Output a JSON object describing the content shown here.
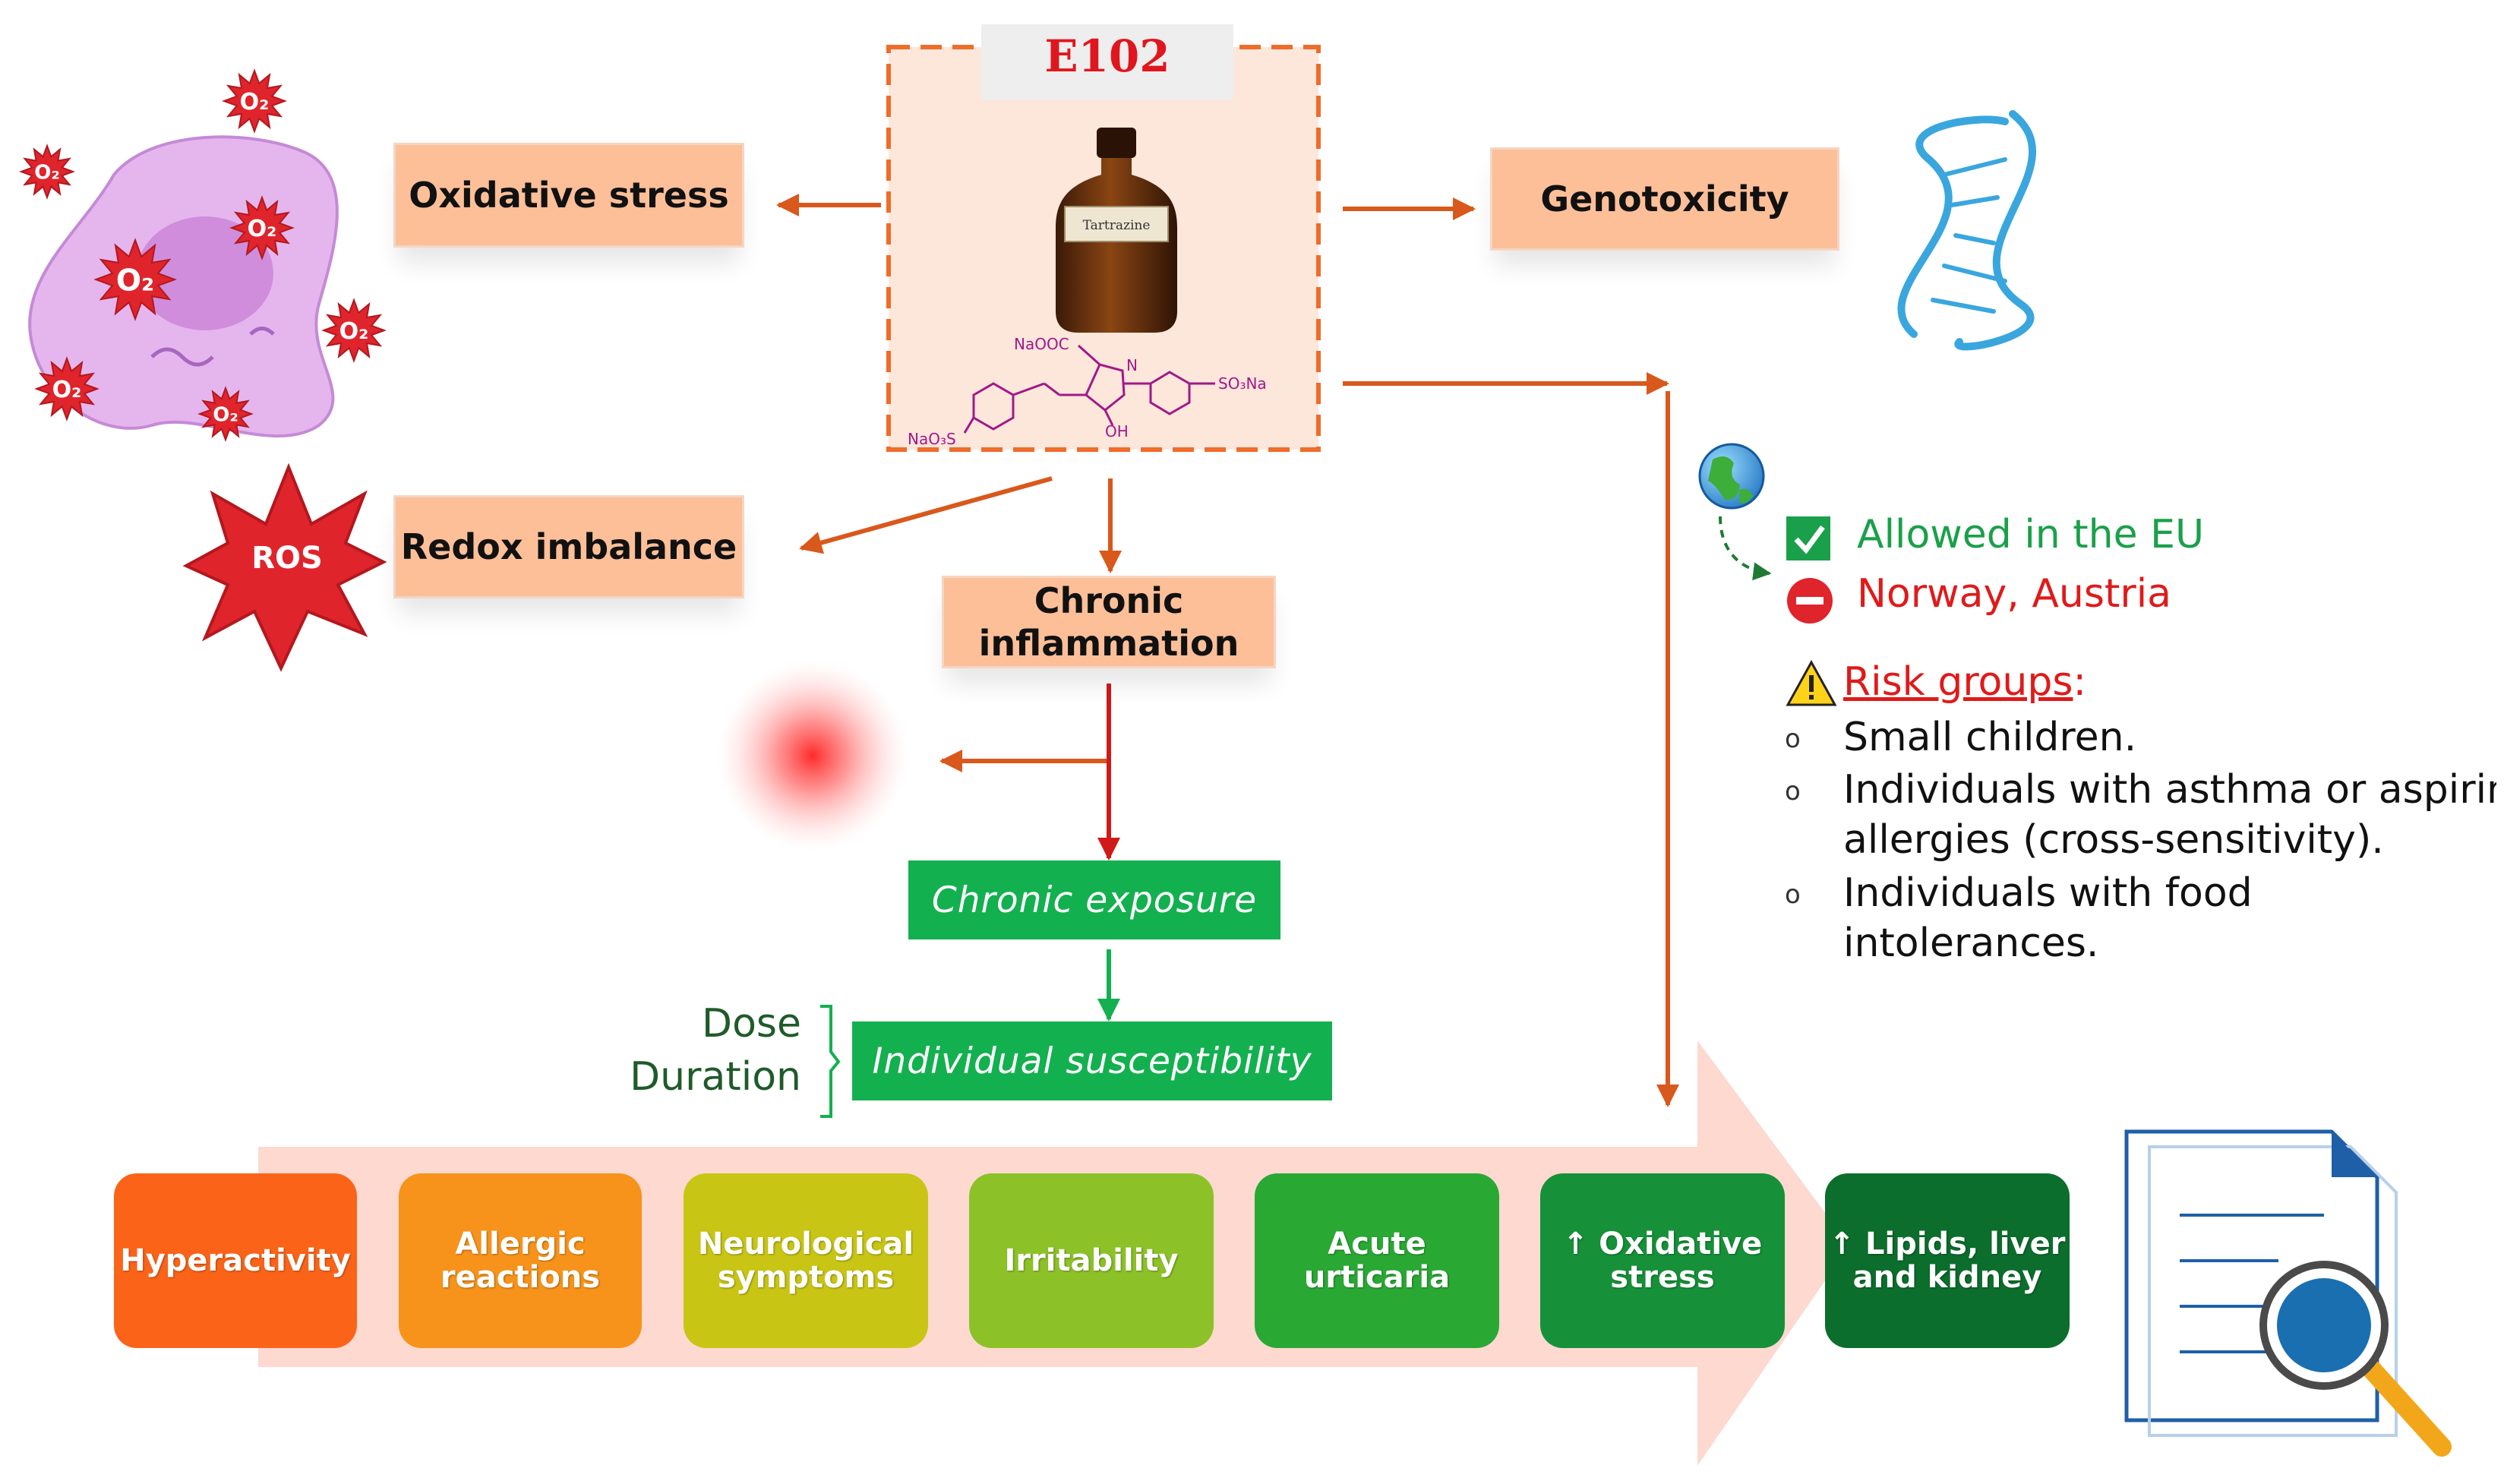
{
  "center": {
    "title": "E102",
    "bottle_label": "Tartrazine"
  },
  "chem": {
    "naooc": "NaOOC",
    "so3na": "SO₃Na",
    "nao3s": "NaO₃S",
    "oh": "OH",
    "n": "N"
  },
  "effects": {
    "oxidative_stress": "Oxidative stress",
    "genotoxicity": "Genotoxicity",
    "redox_imbalance": "Redox imbalance",
    "chronic_inflammation_l1": "Chronic",
    "chronic_inflammation_l2": "inflammation",
    "chronic_exposure": "Chronic exposure",
    "individual_susceptibility": "Individual susceptibility",
    "dose": "Dose",
    "duration": "Duration"
  },
  "icons": {
    "ros_label": "ROS",
    "o2_label": "O₂",
    "cell": "cell-icon",
    "dna": "dna-icon",
    "globe": "globe-icon",
    "document": "document-search-icon"
  },
  "regulation": {
    "allowed": "Allowed in the EU",
    "banned": "Norway, Austria",
    "risk_title": "Risk groups",
    "risk_colon": ":",
    "bullet": "o",
    "groups": [
      {
        "l1": "Small children."
      },
      {
        "l1": "Individuals with asthma or aspirin",
        "l2": "allergies (cross-sensitivity)."
      },
      {
        "l1": "Individuals with food",
        "l2": "intolerances."
      }
    ]
  },
  "outcomes": [
    {
      "l1": "Hyperactivity",
      "color": "#fb6418"
    },
    {
      "l1": "Allergic",
      "l2": "reactions",
      "color": "#f7931a"
    },
    {
      "l1": "Neurological",
      "l2": "symptoms",
      "color": "#c9c515"
    },
    {
      "l1": "Irritability",
      "color": "#8cc227"
    },
    {
      "l1": "Acute",
      "l2": "urticaria",
      "color": "#2aa834"
    },
    {
      "l1": "↑ Oxidative",
      "l2": "stress",
      "color": "#169139"
    },
    {
      "l1": "↑ Lipids, liver",
      "l2": "and kidney",
      "color": "#0c6e2c"
    }
  ],
  "colors": {
    "arrow": "#d9581c",
    "red_arrow": "#d01a1a",
    "green": "#13b04f",
    "dark_green": "#1f5b2a",
    "peach": "#fcbf98",
    "allowed": "#1aa04a",
    "banned": "#e01a1a"
  }
}
